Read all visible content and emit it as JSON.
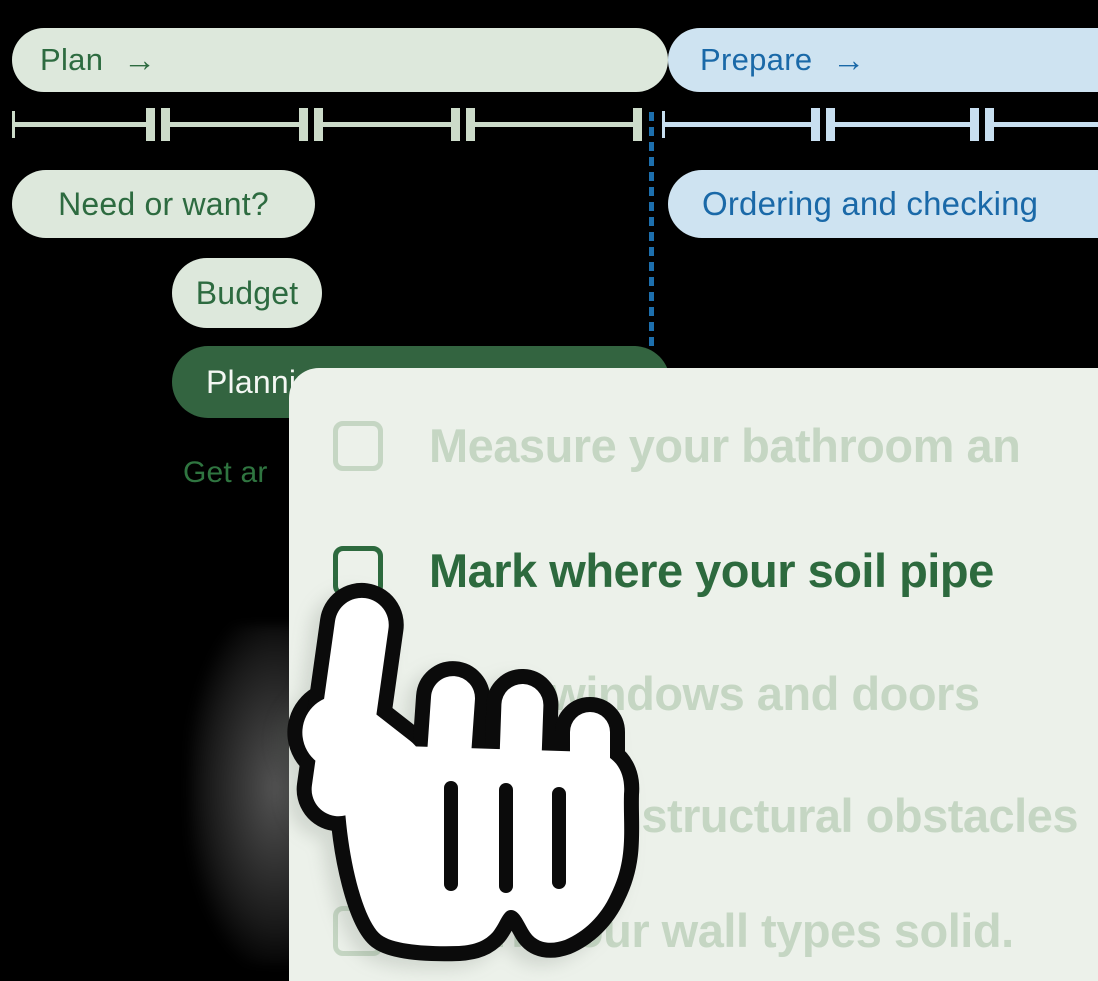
{
  "phases": {
    "plan": {
      "label": "Plan",
      "arrow": "→"
    },
    "prepare": {
      "label": "Prepare",
      "arrow": "→"
    }
  },
  "plan_steps": {
    "need": "Need or want?",
    "budget": "Budget",
    "planning": "Planning",
    "get": "Get ar"
  },
  "prepare_steps": {
    "ordering": "Ordering and checking"
  },
  "checklist": {
    "items": [
      {
        "label": "Measure your bathroom an",
        "state": "muted",
        "checked": false
      },
      {
        "label": "Mark where your soil pipe",
        "state": "active",
        "checked": false
      },
      {
        "label": "Mark windows and doors",
        "state": "muted",
        "checked": false
      },
      {
        "label": "Mark any structural obstacles",
        "state": "muted",
        "checked": false
      },
      {
        "label": "Mark your wall types solid.",
        "state": "muted",
        "checked": false
      }
    ]
  },
  "cursor": {
    "icon": "hand-pointer-icon"
  },
  "colors": {
    "background": "#000000",
    "plan_pill_bg": "#dde8dc",
    "plan_text": "#2d6b40",
    "prepare_pill_bg": "#cee3f1",
    "prepare_text": "#1a69a8",
    "timeline_green": "#ccdbc9",
    "timeline_blue": "#c8dff0",
    "divider_blue": "#1d6fad",
    "planning_solid_bg": "#336440",
    "planning_solid_text": "#f4f7f3",
    "panel_bg": "#ecf1ea",
    "checklist_muted": "#c5d6c3",
    "checklist_active": "#2d6a3e"
  }
}
